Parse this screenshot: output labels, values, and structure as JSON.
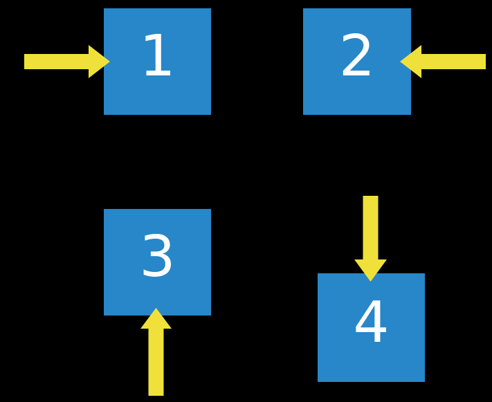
{
  "colors": {
    "background": "#000000",
    "box_fill": "#2787C8",
    "arrow_fill": "#F0E13A",
    "label_color": "#FFFFFF"
  },
  "boxes": [
    {
      "label": "1",
      "arrow_direction": "right"
    },
    {
      "label": "2",
      "arrow_direction": "left"
    },
    {
      "label": "3",
      "arrow_direction": "up"
    },
    {
      "label": "4",
      "arrow_direction": "down"
    }
  ]
}
